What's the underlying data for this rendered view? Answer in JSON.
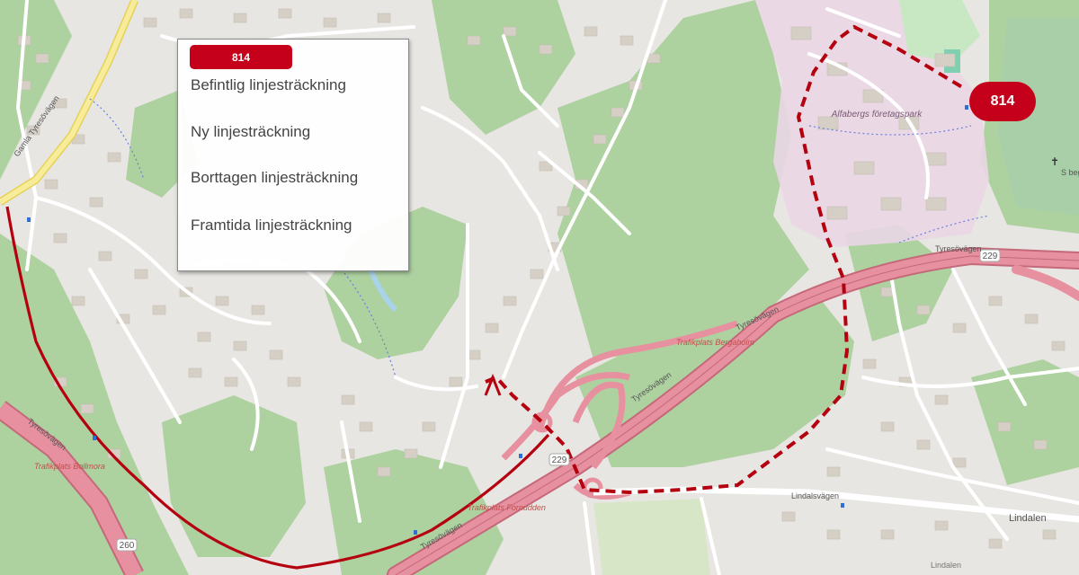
{
  "route": {
    "number": "814",
    "colors": {
      "existing": "#b5000f",
      "new": "#b5000f",
      "removed": "#9e9e9e",
      "future": "#7b2fa6",
      "badge": "#c4001a"
    }
  },
  "legend": {
    "badge_label": "814",
    "items": [
      {
        "label": "Befintlig linjesträckning",
        "style": "solid",
        "color": "#c4001a"
      },
      {
        "label": "Ny linjesträckning",
        "style": "dashed",
        "color": "#c4001a"
      },
      {
        "label": "Borttagen linjesträckning",
        "style": "dashed",
        "color": "#9e9e9e"
      },
      {
        "label": "Framtida linjesträckning",
        "style": "dashed",
        "color": "#7b2fa6"
      }
    ]
  },
  "map": {
    "place_labels": {
      "business_park": "Alfabergs företagspark",
      "lindalen": "Lindalen",
      "lindalen_south": "Lindalen",
      "church": "S begr"
    },
    "road_labels": {
      "tyresovagen_1": "Tyresövägen",
      "tyresovagen_2": "Tyresövägen",
      "tyresovagen_3": "Tyresövägen",
      "tyresovagen_4": "Tyresövägen",
      "tyresovagen_5": "Tyresövägen",
      "road_229_a": "229",
      "road_229_b": "229",
      "road_260": "260",
      "trafikplats_1": "Trafikplats Bollmora",
      "trafikplats_2": "Trafikplats Bergaholm",
      "trafikplats_3": "Trafikplats Fornudden",
      "lindalsvagen": "Lindalsvägen",
      "gamla_tyresovagen": "Gamla Tyresövägen"
    }
  }
}
